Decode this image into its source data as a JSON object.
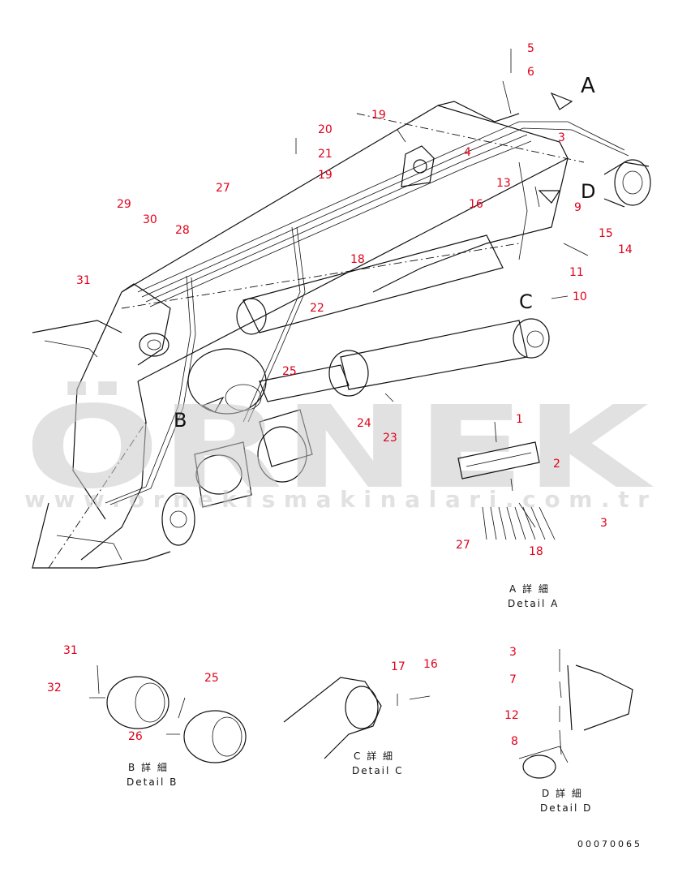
{
  "diagram": {
    "callouts_main": [
      "5",
      "6",
      "20",
      "21",
      "19",
      "19",
      "4",
      "13",
      "3",
      "29",
      "30",
      "28",
      "27",
      "31",
      "18",
      "16",
      "9",
      "15",
      "14",
      "22",
      "11",
      "10",
      "25",
      "24",
      "23",
      "1",
      "2",
      "3",
      "27",
      "18"
    ],
    "detail_captions": {
      "a_jp": "A 詳 細",
      "a_en": "Detail A",
      "b_jp": "B 詳 細",
      "b_en": "Detail B",
      "c_jp": "C 詳 細",
      "c_en": "Detail C",
      "d_jp": "D 詳 細",
      "d_en": "Detail D"
    },
    "view_letters": {
      "a": "A",
      "b": "B",
      "c": "C",
      "d": "D"
    },
    "detail_b_callouts": [
      "31",
      "32",
      "25",
      "26"
    ],
    "detail_c_callouts": [
      "17",
      "16"
    ],
    "detail_d_callouts": [
      "3",
      "7",
      "12",
      "8"
    ],
    "drawing_number": "00070065"
  },
  "watermark": {
    "brand": "ÖRNEK",
    "url": "www.ornekismakinalari.com.tr"
  },
  "colors": {
    "callout": "#e0001a",
    "line": "#111111",
    "watermark": "#c9c9c9"
  }
}
